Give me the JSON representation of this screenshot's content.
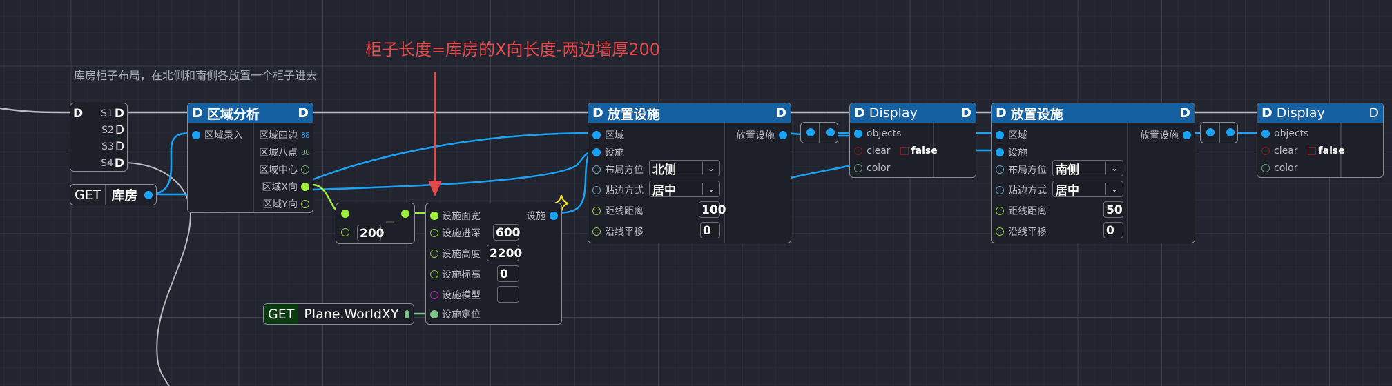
{
  "canvas": {
    "grid": true,
    "background": "#22252f"
  },
  "annotations": {
    "description": "库房柜子布局，在北侧和南侧各放置一个柜子进去",
    "formula": "柜子长度=库房的X向长度-两边墙厚200",
    "formula_color": "#e64848"
  },
  "colors": {
    "accent": "#1560a0",
    "wire_blue": "#1aa3f5",
    "wire_lime": "#9ef03c",
    "wire_gray": "#b8bbc0"
  },
  "nodes": {
    "sequence": {
      "outputs": [
        "S1",
        "S2",
        "S3",
        "S4"
      ]
    },
    "get_room": {
      "get_label": "GET",
      "name": "库房"
    },
    "region_analysis": {
      "title": "区域分析",
      "inputs": [
        "区域录入"
      ],
      "outputs": [
        "区域四边",
        "区域八点",
        "区域中心",
        "区域X向",
        "区域Y向"
      ]
    },
    "subtract": {
      "value": "200"
    },
    "get_plane": {
      "get_label": "GET",
      "name": "Plane.WorldXY"
    },
    "facility": {
      "output": "设施",
      "inputs": [
        {
          "label": "设施面宽",
          "value": ""
        },
        {
          "label": "设施进深",
          "value": "600"
        },
        {
          "label": "设施高度",
          "value": "2200"
        },
        {
          "label": "设施标高",
          "value": "0"
        },
        {
          "label": "设施模型",
          "value": ""
        },
        {
          "label": "设施定位",
          "value": ""
        }
      ]
    },
    "place_north": {
      "title": "放置设施",
      "output": "放置设施",
      "inputs": {
        "region": "区域",
        "facility": "设施",
        "layout_label": "布局方位",
        "layout_value": "北侧",
        "edge_label": "贴边方式",
        "edge_value": "居中",
        "distance_label": "距线距离",
        "distance_value": "100",
        "shift_label": "沿线平移",
        "shift_value": "0"
      }
    },
    "display_1": {
      "title": "Display",
      "objects": "objects",
      "clear": "clear",
      "clear_value": "false",
      "color": "color"
    },
    "place_south": {
      "title": "放置设施",
      "output": "放置设施",
      "inputs": {
        "region": "区域",
        "facility": "设施",
        "layout_label": "布局方位",
        "layout_value": "南侧",
        "edge_label": "贴边方式",
        "edge_value": "居中",
        "distance_label": "距线距离",
        "distance_value": "50",
        "shift_label": "沿线平移",
        "shift_value": "0"
      }
    },
    "display_2": {
      "title": "Display",
      "objects": "objects",
      "clear": "clear",
      "clear_value": "false",
      "color": "color"
    }
  }
}
